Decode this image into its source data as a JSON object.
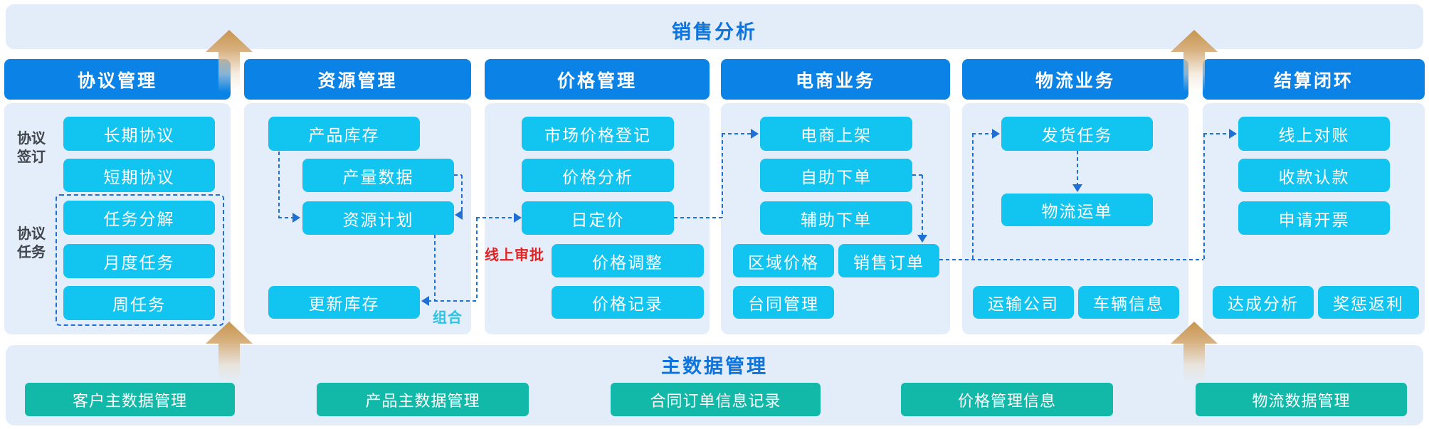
{
  "banners": {
    "top": {
      "title": "销售分析"
    },
    "bottom": {
      "title": "主数据管理",
      "boxes": [
        "客户主数据管理",
        "产品主数据管理",
        "合同订单信息记录",
        "价格管理信息",
        "物流数据管理"
      ]
    }
  },
  "columns": [
    {
      "header": "协议管理",
      "side_labels": [
        "协议签订",
        "协议任务"
      ],
      "boxes": [
        "长期协议",
        "短期协议",
        "任务分解",
        "月度任务",
        "周任务"
      ]
    },
    {
      "header": "资源管理",
      "boxes": [
        "产品库存",
        "产量数据",
        "资源计划",
        "更新库存"
      ],
      "note": "组合"
    },
    {
      "header": "价格管理",
      "boxes": [
        "市场价格登记",
        "价格分析",
        "日定价",
        "价格调整",
        "价格记录"
      ],
      "note": "线上审批"
    },
    {
      "header": "电商业务",
      "boxes": [
        "电商上架",
        "自助下单",
        "辅助下单",
        "区域价格",
        "销售订单",
        "台同管理"
      ]
    },
    {
      "header": "物流业务",
      "boxes": [
        "发货任务",
        "物流运单",
        "运输公司",
        "车辆信息"
      ]
    },
    {
      "header": "结算闭环",
      "boxes": [
        "线上对账",
        "收款认款",
        "申请开票",
        "达成分析",
        "奖惩返利"
      ]
    }
  ],
  "colors": {
    "header_blue": "#0b83e6",
    "node_cyan": "#12c4f0",
    "panel_light_blue": "#e4eefa",
    "banner_light_blue": "#e3edf9",
    "title_blue": "#0d74dd",
    "master_data_teal": "#12b8a8",
    "connector_blue": "#1f70d6",
    "approval_red": "#e02424",
    "combine_cyan": "#29c3ea",
    "flow_arrow_tan": "#d2a56d"
  }
}
